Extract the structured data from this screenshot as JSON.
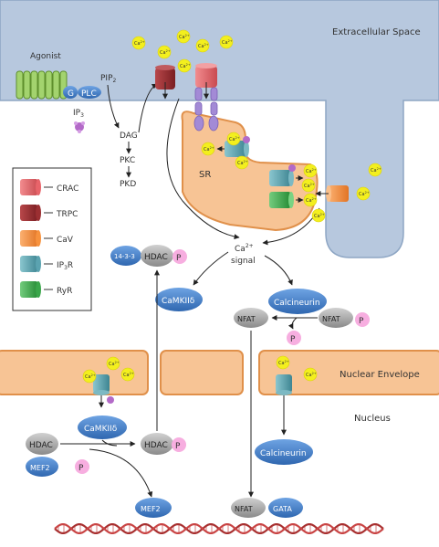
{
  "regions": {
    "extracellular": "Extracellular Space",
    "nuclear_envelope": "Nuclear Envelope",
    "nucleus": "Nucleus",
    "sr": "SR"
  },
  "labels": {
    "agonist": "Agonist",
    "g": "G",
    "plc": "PLC",
    "pip2": "PIP",
    "pip2_sub": "2",
    "ip3": "IP",
    "ip3_sub": "3",
    "dag": "DAG",
    "pkc": "PKC",
    "pkd": "PKD",
    "ca_signal_main": "Ca",
    "ca_signal_sup": "2+",
    "ca_signal_word": "signal",
    "ca_ion": "Ca",
    "ca_ion_sup": "2+",
    "p": "P"
  },
  "proteins": {
    "p1433": "14-3-3",
    "hdac": "HDAC",
    "camkii": "CaMKIIδ",
    "calcineurin": "Calcineurin",
    "nfat": "NFAT",
    "mef2": "MEF2",
    "gata": "GATA"
  },
  "legend": [
    {
      "label": "CRAC",
      "color": "#e8646a"
    },
    {
      "label": "TRPC",
      "color": "#9b2f32"
    },
    {
      "label": "CaV",
      "color": "#f7923e"
    },
    {
      "label": "IP3R",
      "color": "#5ba3b0"
    },
    {
      "label": "RyR",
      "color": "#3aa64a"
    }
  ],
  "colors": {
    "extracellular": "#b7c8de",
    "envelope": "#f7c495",
    "ca_ion": "#f3ef1e",
    "phospho": "#f7aee0",
    "protein_blue": "#3e7cc8",
    "protein_grey": "#9a9a9a"
  }
}
